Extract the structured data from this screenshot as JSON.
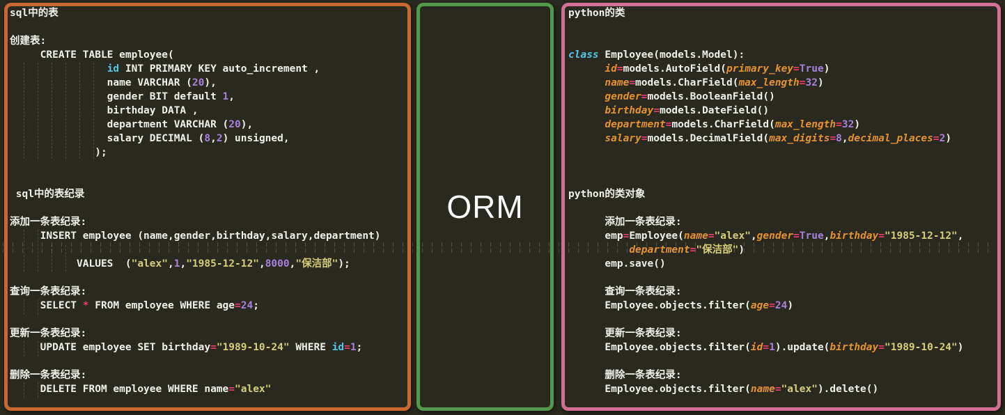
{
  "middle": {
    "label": "ORM"
  },
  "colors": {
    "background": "#29291f",
    "sql_panel_border": "#c8682f",
    "orm_panel_border": "#52984a",
    "python_panel_border": "#d26f92",
    "text_default": "#f1f1ec",
    "syntax_cyan": "#54c6e8",
    "syntax_purple": "#a981dd",
    "syntax_yellow_string": "#d6ce78",
    "syntax_pink_operator": "#ee3a72",
    "syntax_orange_param": "#e5922f"
  },
  "panels": {
    "sql": {
      "title": "sql中的表",
      "lines": [
        [
          {
            "t": "sql中的表",
            "s": "w"
          }
        ],
        [],
        [
          {
            "t": "创建表:",
            "s": "w"
          }
        ],
        [
          {
            "t": "     CREATE TABLE employee(",
            "s": "w"
          }
        ],
        [
          {
            "t": "                ",
            "s": "w"
          },
          {
            "t": "id",
            "s": "cy"
          },
          {
            "t": " INT PRIMARY KEY auto_increment ,",
            "s": "w"
          }
        ],
        [
          {
            "t": "                name VARCHAR (",
            "s": "w"
          },
          {
            "t": "20",
            "s": "pu"
          },
          {
            "t": "),",
            "s": "w"
          }
        ],
        [
          {
            "t": "                gender BIT default ",
            "s": "w"
          },
          {
            "t": "1",
            "s": "pu"
          },
          {
            "t": ",",
            "s": "w"
          }
        ],
        [
          {
            "t": "                birthday DATA ,",
            "s": "w"
          }
        ],
        [
          {
            "t": "                department VARCHAR (",
            "s": "w"
          },
          {
            "t": "20",
            "s": "pu"
          },
          {
            "t": "),",
            "s": "w"
          }
        ],
        [
          {
            "t": "                salary DECIMAL (",
            "s": "w"
          },
          {
            "t": "8",
            "s": "pu"
          },
          {
            "t": ",",
            "s": "w"
          },
          {
            "t": "2",
            "s": "pu"
          },
          {
            "t": ") unsigned,",
            "s": "w"
          }
        ],
        [
          {
            "t": "              );",
            "s": "w"
          }
        ],
        [],
        [],
        [
          {
            "t": " sql中的表纪录",
            "s": "w"
          }
        ],
        [],
        [
          {
            "t": "添加一条表纪录:",
            "s": "w"
          }
        ],
        [
          {
            "t": "     INSERT employee (name,gender,birthday,salary,department)",
            "s": "w"
          }
        ],
        [],
        [
          {
            "t": "           VALUES  (",
            "s": "w"
          },
          {
            "t": "\"alex\"",
            "s": "ye"
          },
          {
            "t": ",",
            "s": "w"
          },
          {
            "t": "1",
            "s": "pu"
          },
          {
            "t": ",",
            "s": "w"
          },
          {
            "t": "\"1985-12-12\"",
            "s": "ye"
          },
          {
            "t": ",",
            "s": "w"
          },
          {
            "t": "8000",
            "s": "pu"
          },
          {
            "t": ",",
            "s": "w"
          },
          {
            "t": "\"保洁部\"",
            "s": "ye"
          },
          {
            "t": ");",
            "s": "w"
          }
        ],
        [],
        [
          {
            "t": "查询一条表纪录:",
            "s": "w"
          }
        ],
        [
          {
            "t": "     SELECT ",
            "s": "w"
          },
          {
            "t": "*",
            "s": "pk"
          },
          {
            "t": " FROM employee WHERE age",
            "s": "w"
          },
          {
            "t": "=",
            "s": "pk"
          },
          {
            "t": "24",
            "s": "pu"
          },
          {
            "t": ";",
            "s": "w"
          }
        ],
        [],
        [
          {
            "t": "更新一条表纪录:",
            "s": "w"
          }
        ],
        [
          {
            "t": "     UPDATE employee SET birthday",
            "s": "w"
          },
          {
            "t": "=",
            "s": "pk"
          },
          {
            "t": "\"1989-10-24\"",
            "s": "ye"
          },
          {
            "t": " WHERE ",
            "s": "w"
          },
          {
            "t": "id",
            "s": "cy"
          },
          {
            "t": "=",
            "s": "pk"
          },
          {
            "t": "1",
            "s": "pu"
          },
          {
            "t": ";",
            "s": "w"
          }
        ],
        [],
        [
          {
            "t": "删除一条表纪录:",
            "s": "w"
          }
        ],
        [
          {
            "t": "     DELETE FROM employee WHERE name",
            "s": "w"
          },
          {
            "t": "=",
            "s": "pk"
          },
          {
            "t": "\"alex\"",
            "s": "ye"
          }
        ]
      ]
    },
    "python": {
      "title": "python的类",
      "lines": [
        [
          {
            "t": "python的类",
            "s": "w"
          }
        ],
        [],
        [],
        [
          {
            "t": "class",
            "s": "ci"
          },
          {
            "t": " Employee(models.Model):",
            "s": "w"
          }
        ],
        [
          {
            "t": "      ",
            "s": "w"
          },
          {
            "t": "id",
            "s": "or"
          },
          {
            "t": "=",
            "s": "pk"
          },
          {
            "t": "models.AutoField(",
            "s": "w"
          },
          {
            "t": "primary_key",
            "s": "or"
          },
          {
            "t": "=",
            "s": "pk"
          },
          {
            "t": "True",
            "s": "pu"
          },
          {
            "t": ")",
            "s": "w"
          }
        ],
        [
          {
            "t": "      ",
            "s": "w"
          },
          {
            "t": "name",
            "s": "or"
          },
          {
            "t": "=",
            "s": "pk"
          },
          {
            "t": "models.CharField(",
            "s": "w"
          },
          {
            "t": "max_length",
            "s": "or"
          },
          {
            "t": "=",
            "s": "pk"
          },
          {
            "t": "32",
            "s": "pu"
          },
          {
            "t": ")",
            "s": "w"
          }
        ],
        [
          {
            "t": "      ",
            "s": "w"
          },
          {
            "t": "gender",
            "s": "or"
          },
          {
            "t": "=",
            "s": "pk"
          },
          {
            "t": "models.BooleanField()",
            "s": "w"
          }
        ],
        [
          {
            "t": "      ",
            "s": "w"
          },
          {
            "t": "birthday",
            "s": "or"
          },
          {
            "t": "=",
            "s": "pk"
          },
          {
            "t": "models.DateField()",
            "s": "w"
          }
        ],
        [
          {
            "t": "      ",
            "s": "w"
          },
          {
            "t": "department",
            "s": "or"
          },
          {
            "t": "=",
            "s": "pk"
          },
          {
            "t": "models.CharField(",
            "s": "w"
          },
          {
            "t": "max_length",
            "s": "or"
          },
          {
            "t": "=",
            "s": "pk"
          },
          {
            "t": "32",
            "s": "pu"
          },
          {
            "t": ")",
            "s": "w"
          }
        ],
        [
          {
            "t": "      ",
            "s": "w"
          },
          {
            "t": "salary",
            "s": "or"
          },
          {
            "t": "=",
            "s": "pk"
          },
          {
            "t": "models.DecimalField(",
            "s": "w"
          },
          {
            "t": "max_digits",
            "s": "or"
          },
          {
            "t": "=",
            "s": "pk"
          },
          {
            "t": "8",
            "s": "pu"
          },
          {
            "t": ",",
            "s": "w"
          },
          {
            "t": "decimal_places",
            "s": "or"
          },
          {
            "t": "=",
            "s": "pk"
          },
          {
            "t": "2",
            "s": "pu"
          },
          {
            "t": ")",
            "s": "w"
          }
        ],
        [],
        [],
        [],
        [
          {
            "t": "python的类对象",
            "s": "w"
          }
        ],
        [],
        [
          {
            "t": "      添加一条表纪录:",
            "s": "w"
          }
        ],
        [
          {
            "t": "      emp",
            "s": "w"
          },
          {
            "t": "=",
            "s": "pk"
          },
          {
            "t": "Employee(",
            "s": "w"
          },
          {
            "t": "name",
            "s": "or"
          },
          {
            "t": "=",
            "s": "pk"
          },
          {
            "t": "\"alex\"",
            "s": "ye"
          },
          {
            "t": ",",
            "s": "w"
          },
          {
            "t": "gender",
            "s": "or"
          },
          {
            "t": "=",
            "s": "pk"
          },
          {
            "t": "True",
            "s": "pu"
          },
          {
            "t": ",",
            "s": "w"
          },
          {
            "t": "birthday",
            "s": "or"
          },
          {
            "t": "=",
            "s": "pk"
          },
          {
            "t": "\"1985-12-12\"",
            "s": "ye"
          },
          {
            "t": ",",
            "s": "w"
          }
        ],
        [
          {
            "t": "          ",
            "s": "w"
          },
          {
            "t": "department",
            "s": "or"
          },
          {
            "t": "=",
            "s": "pk"
          },
          {
            "t": "\"保洁部\"",
            "s": "ye"
          },
          {
            "t": ")",
            "s": "w"
          }
        ],
        [
          {
            "t": "      emp.save()",
            "s": "w"
          }
        ],
        [],
        [
          {
            "t": "      查询一条表纪录:",
            "s": "w"
          }
        ],
        [
          {
            "t": "      Employee.objects.filter(",
            "s": "w"
          },
          {
            "t": "age",
            "s": "or"
          },
          {
            "t": "=",
            "s": "pk"
          },
          {
            "t": "24",
            "s": "pu"
          },
          {
            "t": ")",
            "s": "w"
          }
        ],
        [],
        [
          {
            "t": "      更新一条表纪录:",
            "s": "w"
          }
        ],
        [
          {
            "t": "      Employee.objects.filter(",
            "s": "w"
          },
          {
            "t": "id",
            "s": "or"
          },
          {
            "t": "=",
            "s": "pk"
          },
          {
            "t": "1",
            "s": "pu"
          },
          {
            "t": ").update(",
            "s": "w"
          },
          {
            "t": "birthday",
            "s": "or"
          },
          {
            "t": "=",
            "s": "pk"
          },
          {
            "t": "\"1989-10-24\"",
            "s": "ye"
          },
          {
            "t": ")",
            "s": "w"
          }
        ],
        [],
        [
          {
            "t": "      删除一条表纪录:",
            "s": "w"
          }
        ],
        [
          {
            "t": "      Employee.objects.filter(",
            "s": "w"
          },
          {
            "t": "name",
            "s": "or"
          },
          {
            "t": "=",
            "s": "pk"
          },
          {
            "t": "\"alex\"",
            "s": "ye"
          },
          {
            "t": ").delete()",
            "s": "w"
          }
        ]
      ]
    }
  }
}
